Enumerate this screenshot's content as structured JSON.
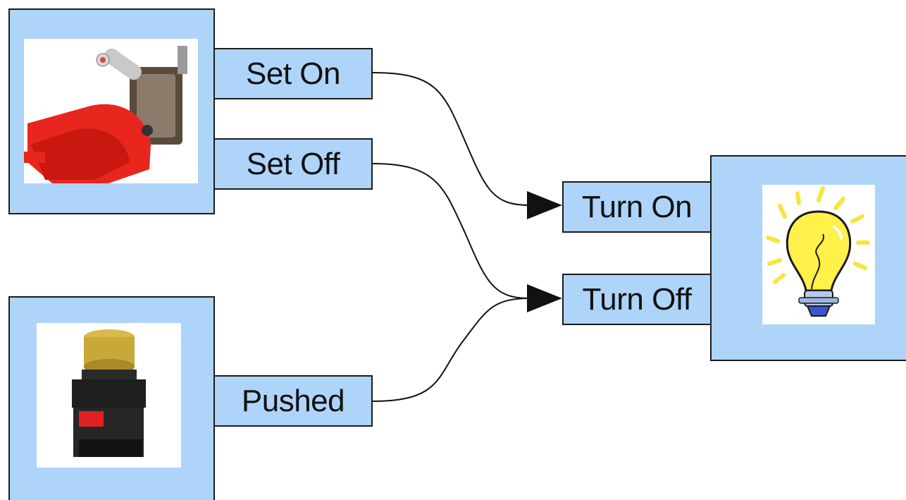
{
  "nodes": {
    "toggle_switch": {
      "icon": "toggle-switch-icon",
      "ports": {
        "set_on": "Set On",
        "set_off": "Set Off"
      }
    },
    "push_button": {
      "icon": "push-button-icon",
      "ports": {
        "pushed": "Pushed"
      }
    },
    "light_bulb": {
      "icon": "light-bulb-icon",
      "ports": {
        "turn_on": "Turn On",
        "turn_off": "Turn Off"
      }
    }
  },
  "connections": [
    {
      "from": "Set On",
      "to": "Turn On"
    },
    {
      "from": "Set Off",
      "to": "Turn Off"
    },
    {
      "from": "Pushed",
      "to": "Turn Off"
    }
  ],
  "colors": {
    "node_fill": "#aed4fa",
    "border": "#1b1b1b",
    "switch_guard": "#e8261e",
    "button_cap": "#c9a83a",
    "bulb_yellow": "#fff04a"
  }
}
